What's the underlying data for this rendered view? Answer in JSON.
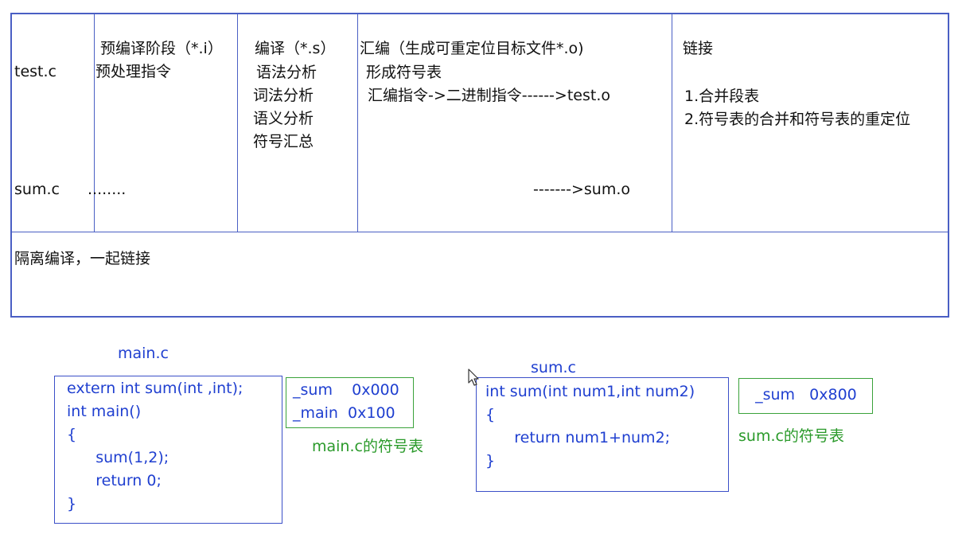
{
  "table": {
    "row_test": "test.c",
    "row_sum": "sum.c",
    "stage_pre": {
      "title": "预编译阶段（*.i）",
      "line1": "预处理指令",
      "sum": "........"
    },
    "stage_compile": {
      "title": "编译（*.s）",
      "items": [
        "语法分析",
        "词法分析",
        "语义分析",
        "符号汇总"
      ]
    },
    "stage_assemble": {
      "title": "汇编（生成可重定位目标文件*.o)",
      "line1": "形成符号表",
      "line2": "汇编指令->二进制指令------>test.o",
      "sum": "------->sum.o"
    },
    "stage_link": {
      "title": "链接",
      "items": [
        "1.合并段表",
        "2.符号表的合并和符号表的重定位"
      ]
    },
    "footer": "隔离编译，一起链接"
  },
  "main_c": {
    "title": "main.c",
    "code": [
      "extern int sum(int ,int);",
      "int main()",
      "{",
      "      sum(1,2);",
      "      return 0;",
      "}"
    ],
    "symbols": [
      "_sum    0x000",
      "_main  0x100"
    ],
    "symbol_caption": "main.c的符号表"
  },
  "sum_c": {
    "title": "sum.c",
    "code": [
      "int sum(int num1,int num2)",
      "{",
      "      return num1+num2;",
      "}"
    ],
    "symbols": [
      "  _sum   0x800"
    ],
    "symbol_caption": "sum.c的符号表"
  },
  "colors": {
    "border": "#4a5fc4",
    "code": "#1f3fd0",
    "symbol": "#2a9a2a"
  },
  "cursor_icon": "mouse-pointer-icon"
}
